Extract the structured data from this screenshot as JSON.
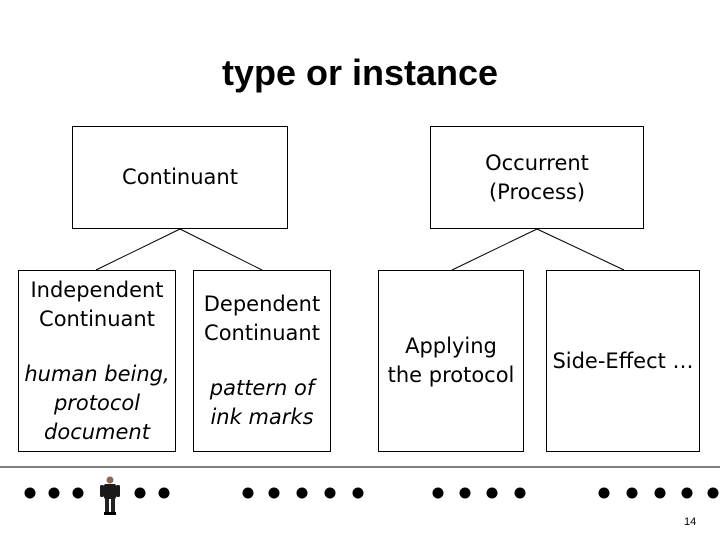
{
  "title": "type or instance",
  "boxes": {
    "continuant": {
      "lines": [
        "Continuant"
      ]
    },
    "occurrent": {
      "lines": [
        "Occurrent",
        "(Process)"
      ]
    },
    "independent": {
      "lines": [
        "Independent",
        "Continuant"
      ],
      "examples": [
        "human being,",
        "protocol",
        "document"
      ]
    },
    "dependent": {
      "lines": [
        "Dependent",
        "Continuant"
      ],
      "examples": [
        "pattern of",
        "ink marks"
      ]
    },
    "applying": {
      "lines": [
        "Applying",
        "the protocol"
      ]
    },
    "side_effect": {
      "lines": [
        "Side-Effect …"
      ]
    }
  },
  "page_number": "14",
  "colors": {
    "stroke": "#000000",
    "background": "#ffffff",
    "figure_coat": "#1a1a1a"
  }
}
